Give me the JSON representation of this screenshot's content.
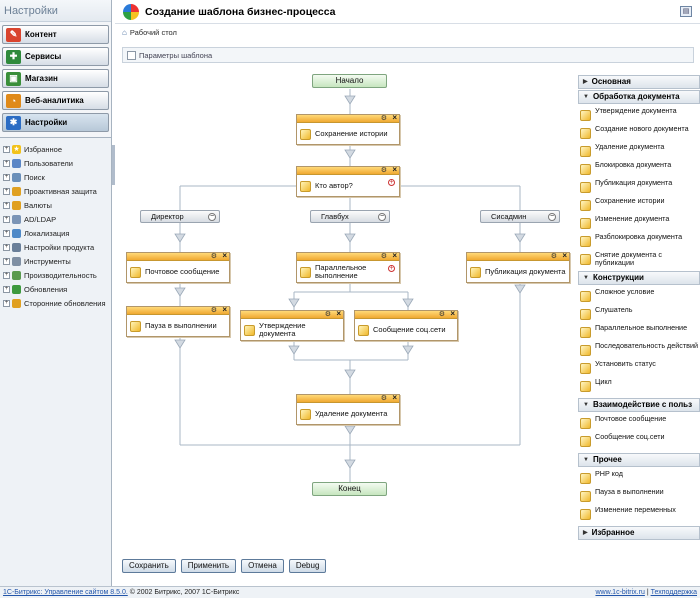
{
  "left": {
    "title": "Настройки",
    "modules": [
      {
        "label": "Контент",
        "icon": "pencil-icon",
        "color": "#d9442e"
      },
      {
        "label": "Сервисы",
        "icon": "tools-icon",
        "color": "#2f8a3c"
      },
      {
        "label": "Магазин",
        "icon": "cart-icon",
        "color": "#3a8f3a"
      },
      {
        "label": "Веб-аналитика",
        "icon": "analytics-icon",
        "color": "#e08a1a"
      },
      {
        "label": "Настройки",
        "icon": "settings-icon",
        "color": "#2b6cc4"
      }
    ],
    "tree": [
      {
        "label": "Избранное",
        "icon": "star-icon",
        "color": "#f2c21b"
      },
      {
        "label": "Пользователи",
        "icon": "users-icon",
        "color": "#5a86c6"
      },
      {
        "label": "Поиск",
        "icon": "search-icon",
        "color": "#6a8fb9"
      },
      {
        "label": "Проактивная защита",
        "icon": "shield-icon",
        "color": "#e0a020"
      },
      {
        "label": "Валюты",
        "icon": "currency-icon",
        "color": "#e0a020"
      },
      {
        "label": "AD/LDAP",
        "icon": "ldap-icon",
        "color": "#7a94b6"
      },
      {
        "label": "Локализация",
        "icon": "globe-icon",
        "color": "#4f89c7"
      },
      {
        "label": "Настройки продукта",
        "icon": "gear-icon",
        "color": "#6a7f99"
      },
      {
        "label": "Инструменты",
        "icon": "wrench-icon",
        "color": "#7f8fa3"
      },
      {
        "label": "Производительность",
        "icon": "gauge-icon",
        "color": "#5a9a4e"
      },
      {
        "label": "Обновления",
        "icon": "update-icon",
        "color": "#3e9a3e"
      },
      {
        "label": "Сторонние обновления",
        "icon": "update-icon",
        "color": "#e0a020"
      }
    ]
  },
  "header": {
    "title": "Создание шаблона бизнес-процесса",
    "breadcrumb": "Рабочий стол",
    "params": "Параметры шаблона"
  },
  "flow": {
    "start": "Начало",
    "end": "Конец",
    "save_history": "Сохранение истории",
    "who_author": "Кто автор?",
    "branch_director": "Директор",
    "branch_chief": "Главбух",
    "branch_admin": "Сисадмин",
    "mail": "Почтовое сообщение",
    "parallel": "Параллельное выполнение",
    "publish": "Публикация документа",
    "pause": "Пауза в выполнении",
    "approve": "Утверждение документа",
    "social": "Сообщение соц.сети",
    "delete": "Удаление документа"
  },
  "buttons": {
    "save": "Сохранить",
    "apply": "Применить",
    "cancel": "Отмена",
    "debug": "Debug"
  },
  "palette": {
    "basic": "Основная",
    "doc_title": "Обработка документа",
    "doc_items": [
      "Утверждение документа",
      "Создание нового документа",
      "Удаление документа",
      "Блокировка документа",
      "Публикация документа",
      "Сохранение истории",
      "Изменение документа",
      "Разблокировка документа",
      "Снятие документа с публикации"
    ],
    "constr_title": "Конструкции",
    "constr_items": [
      "Сложное условие",
      "Слушатель",
      "Параллельное выполнение",
      "Последовательность действий",
      "Установить статус",
      "Цикл"
    ],
    "interact_title": "Взаимодействие с польз",
    "interact_items": [
      "Почтовое сообщение",
      "Сообщение соц.сети"
    ],
    "other_title": "Прочее",
    "other_items": [
      "PHP код",
      "Пауза в выполнении",
      "Изменение переменных"
    ],
    "fav_title": "Избранное"
  },
  "footer": {
    "product": "1С-Битрикс: Управление сайтом 8.5.0.",
    "copyright": "© 2002 Битрикс, 2007 1С-Битрикс",
    "site": "www.1c-bitrix.ru",
    "sep": "|",
    "support": "Техподдержка"
  }
}
